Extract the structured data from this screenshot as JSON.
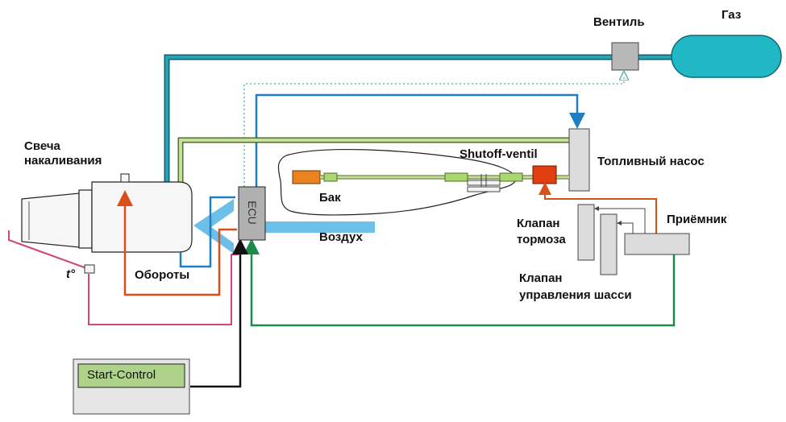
{
  "labels": {
    "glow_plug_1": "Свеча",
    "glow_plug_2": "накаливания",
    "gas": "Газ",
    "valve": "Вентиль",
    "fuel_pump": "Топливный насос",
    "shutoff": "Shutoff-ventil",
    "tank": "Бак",
    "air": "Воздух",
    "receiver": "Приёмник",
    "brake_valve_1": "Клапан",
    "brake_valve_2": "тормоза",
    "gear_valve_1": "Клапан",
    "gear_valve_2": "управления шасси",
    "rpm": "Обороты",
    "temp": "t°",
    "ecu": "ECU",
    "start_control": "Start-Control"
  },
  "colors": {
    "gas_line": "#1a8a9a",
    "fuel_line": "#b4d88a",
    "rpm_line": "#d94f1a",
    "temp_line": "#d0457a",
    "ecu_blue": "#1f7fc0",
    "air": "#6cbfe8",
    "green_line": "#1e8a4a",
    "tank_fuel": "#e8831f",
    "shutoff_box": "#e03d10",
    "tank_cyl": "#1fb8c4"
  }
}
